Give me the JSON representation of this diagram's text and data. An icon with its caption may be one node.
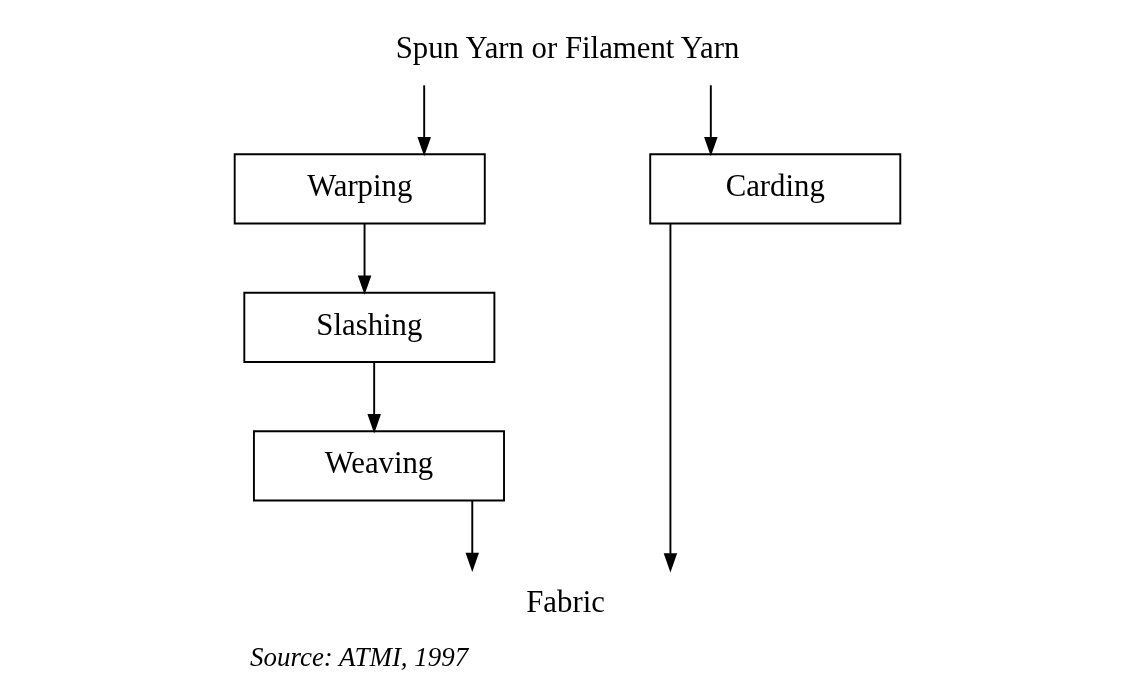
{
  "diagram": {
    "caption": "Source: ATMI, 1997",
    "nodes": [
      {
        "text": [
          "Spun Yarn or Filament Yarn"
        ]
      },
      {
        "text": [
          "Warping"
        ]
      },
      {
        "text": [
          "Slashing"
        ]
      },
      {
        "text": [
          "Weaving"
        ]
      },
      {
        "text": [
          "Carding"
        ]
      },
      {
        "text": [
          "Fabric"
        ]
      }
    ],
    "edges": [
      {
        "from": 0,
        "to": 1,
        "arrow": "to"
      },
      {
        "from": 0,
        "to": 4,
        "arrow": "to"
      },
      {
        "from": 1,
        "to": 2,
        "arrow": "to"
      },
      {
        "from": 2,
        "to": 3,
        "arrow": "to"
      },
      {
        "from": 3,
        "to": 5,
        "arrow": "to"
      },
      {
        "from": 4,
        "to": 5,
        "arrow": "to"
      }
    ]
  }
}
